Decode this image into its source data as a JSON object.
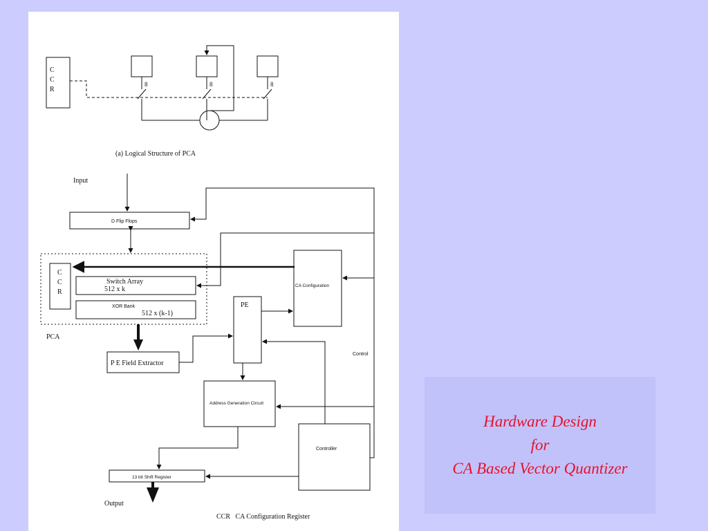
{
  "slide": {
    "background_color": "#ccccff",
    "caption_lines": [
      "Hardware Design",
      "for",
      "CA Based Vector Quantizer"
    ],
    "caption_color": "#e8112d"
  },
  "diagram": {
    "logical_structure": {
      "ccr_letters": [
        "C",
        "C",
        "R"
      ],
      "bus_width_labels": [
        "8",
        "8",
        "8"
      ],
      "caption": "(a) Logical Structure of PCA"
    },
    "hardware": {
      "input_label": "Input",
      "d_flip_flops": "D Flip Flops",
      "ccr_letters": [
        "C",
        "C",
        "R"
      ],
      "switch_array_title": "Switch Array",
      "switch_array_size": "512 x k",
      "xor_bank_title": "XOR Bank",
      "xor_bank_size": "512 x (k-1)",
      "pca_label": "PCA",
      "pe_field_extractor": "P E Field Extractor",
      "pe_label": "PE",
      "ca_configuration": "CA Configuration",
      "control_label": "Control",
      "address_generation": "Address Generation Circuit",
      "controller": "Controller",
      "shift_register": "13 bit Shift Register",
      "output_label": "Output",
      "legend": "CCR   CA Configuration Register"
    }
  }
}
